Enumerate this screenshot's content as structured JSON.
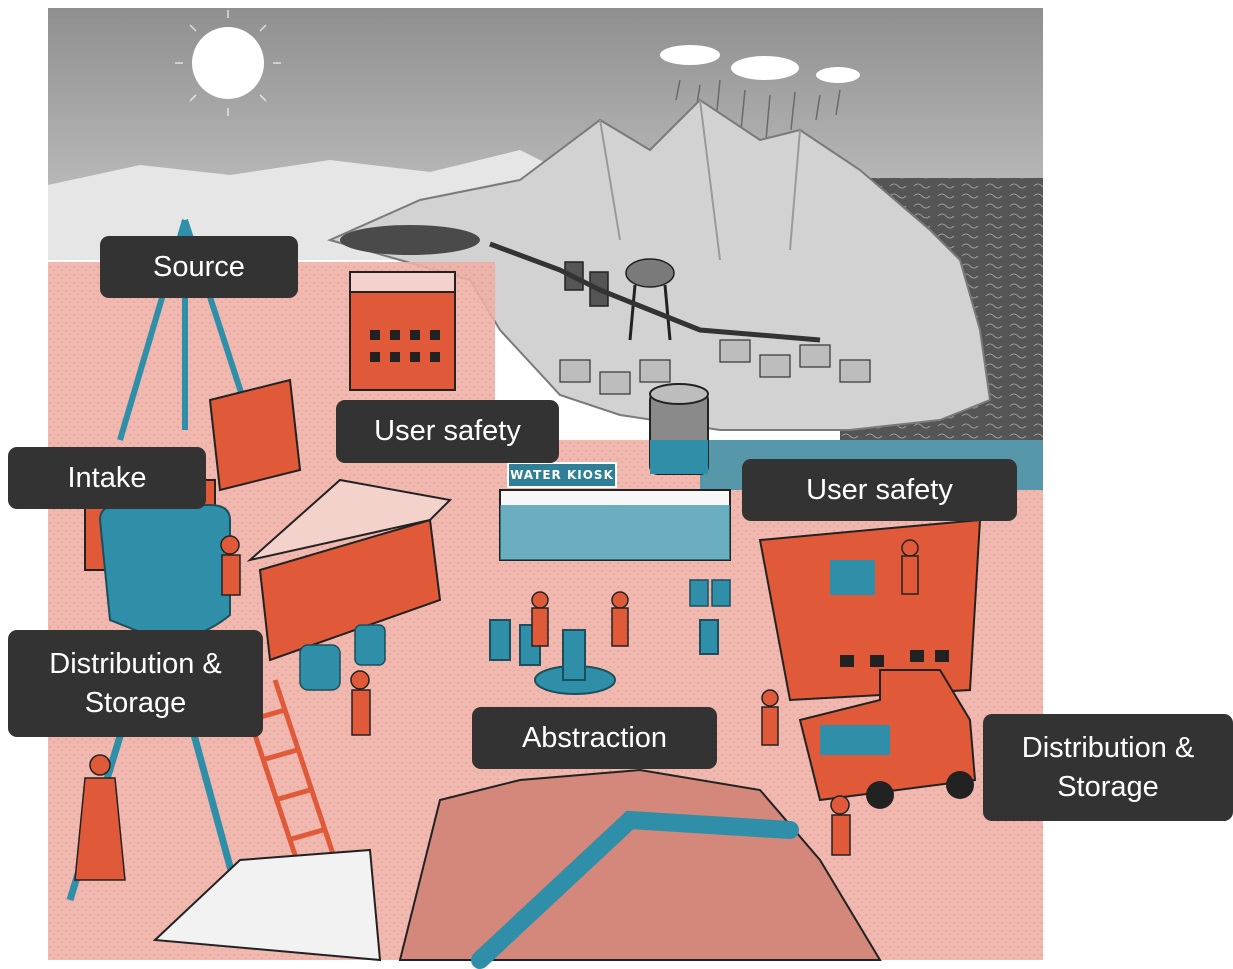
{
  "labels": {
    "source": "Source",
    "intake": "Intake",
    "user_safety_1": "User safety",
    "user_safety_2": "User safety",
    "distribution_left": "Distribution &\nStorage",
    "abstraction": "Abstraction",
    "distribution_right": "Distribution &\nStorage"
  },
  "scene": {
    "kiosk_sign": "WATER KIOSK"
  },
  "colors": {
    "label_bg": "#333333",
    "label_text": "#ffffff",
    "accent_red": "#e05a3a",
    "accent_blue": "#2f8fa8",
    "pink_tint": "#f3b5ae",
    "gray_sky": "#9a9a9a"
  }
}
